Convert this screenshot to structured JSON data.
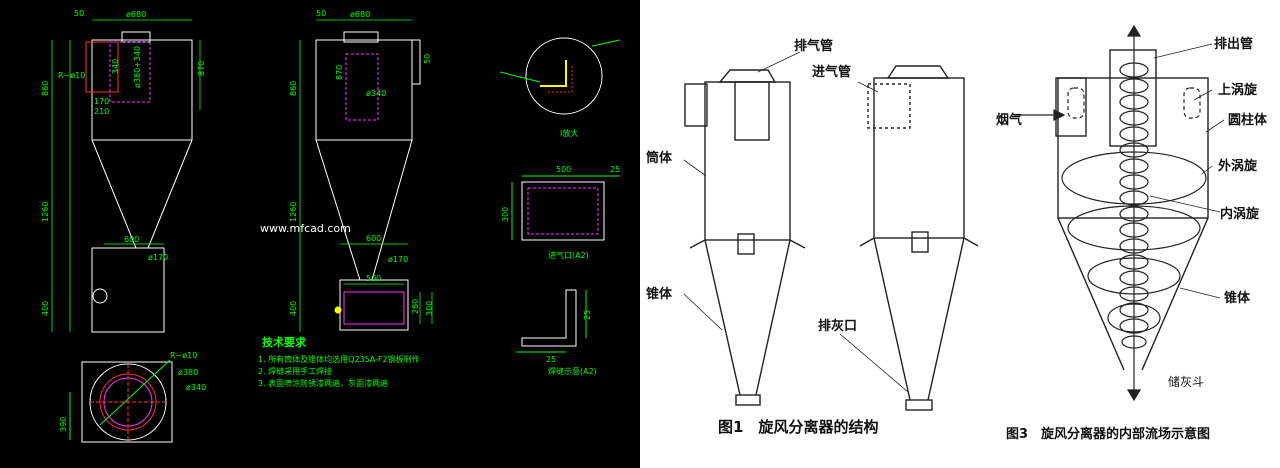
{
  "cad": {
    "dim_labels": {
      "d680_a": "ø680",
      "d680_b": "ø680",
      "d50_top_a": "50",
      "d50_top_b": "50",
      "d870": "870",
      "d870_b": "870",
      "d860": "860",
      "d860_b": "860",
      "d1260": "1260",
      "d1260_b": "1260",
      "d400": "400",
      "d400_b": "400",
      "d600_a": "600",
      "d600_b": "600",
      "d170_a": "ø170",
      "d170_b": "ø170",
      "d340": "340",
      "d380_340": "ø380+340",
      "d210": "210",
      "d170": "170",
      "d340b": "ø340",
      "d50_side": "50",
      "d500": "500",
      "d280": "280",
      "d300": "300",
      "d500b": "500",
      "d25a": "25",
      "d300b": "300",
      "d25b": "25",
      "d25c": "25",
      "d390": "390",
      "r10": "R~ø10",
      "d380": "ø380",
      "d340c": "ø340",
      "r10b": "R~ø10"
    },
    "watermark": "www.mfcad.com",
    "tech_title": "技术要求",
    "tech_items": [
      "1. 所有筒体及锥体均选用Q235A-F2钢板制作",
      "2. 焊缝采用手工焊接",
      "3. 表面喷涂防锈漆两遍，灰面漆两遍"
    ],
    "detail_caption_1": "I放大",
    "detail_caption_2": "进气口(A2)",
    "detail_caption_3": "焊缝示意(A2)"
  },
  "ref": {
    "fig1_labels": {
      "exhaust": "排气管",
      "inlet": "进气管",
      "body": "筒体",
      "cone": "锥体",
      "ash": "排灰口"
    },
    "fig1_caption": "图1　旋风分离器的结构",
    "fig3_labels": {
      "outlet": "排出管",
      "smoke": "烟气",
      "upper_vortex": "上涡旋",
      "cylinder": "圆柱体",
      "outer_vortex": "外涡旋",
      "inner_vortex": "内涡旋",
      "cone": "锥体",
      "hopper": "储灰斗"
    },
    "fig3_caption": "图3　旋风分离器的内部流场示意图"
  },
  "colors": {
    "cad_bg": "#000000",
    "cad_line": "#ffffff",
    "cad_dim": "#00ff00",
    "cad_red": "#ff3030",
    "cad_magenta": "#ff33ff",
    "cad_cyan": "#00e5ff",
    "cad_yellow": "#ffff00"
  }
}
